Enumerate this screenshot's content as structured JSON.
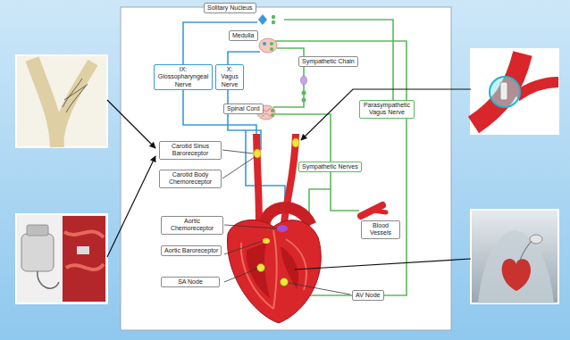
{
  "diagram": {
    "nodes": [
      {
        "text": [
          "Solitary Nucleus"
        ]
      },
      {
        "text": [
          "Medulla"
        ]
      },
      {
        "text": [
          "Sympathetic Chain"
        ]
      },
      {
        "text": [
          "IX: Glossopharyngeal Nerve"
        ]
      },
      {
        "text": [
          "X: Vagus Nerve"
        ]
      },
      {
        "text": [
          "Spinal Cord"
        ]
      },
      {
        "text": [
          "Parasympathetic Vagus Nerve"
        ]
      },
      {
        "text": [
          "Carotid Sinus Baroreceptor"
        ]
      },
      {
        "text": [
          "Sympathetic Nerves"
        ]
      },
      {
        "text": [
          "Carotid Body Chemoreceptor"
        ]
      },
      {
        "text": [
          "Aortic Chemoreceptor"
        ]
      },
      {
        "text": [
          "Blood Vessels"
        ]
      },
      {
        "text": [
          "Aortic Baroreceptor"
        ]
      },
      {
        "text": [
          "SA Node"
        ]
      },
      {
        "text": [
          "AV Node"
        ]
      }
    ]
  }
}
